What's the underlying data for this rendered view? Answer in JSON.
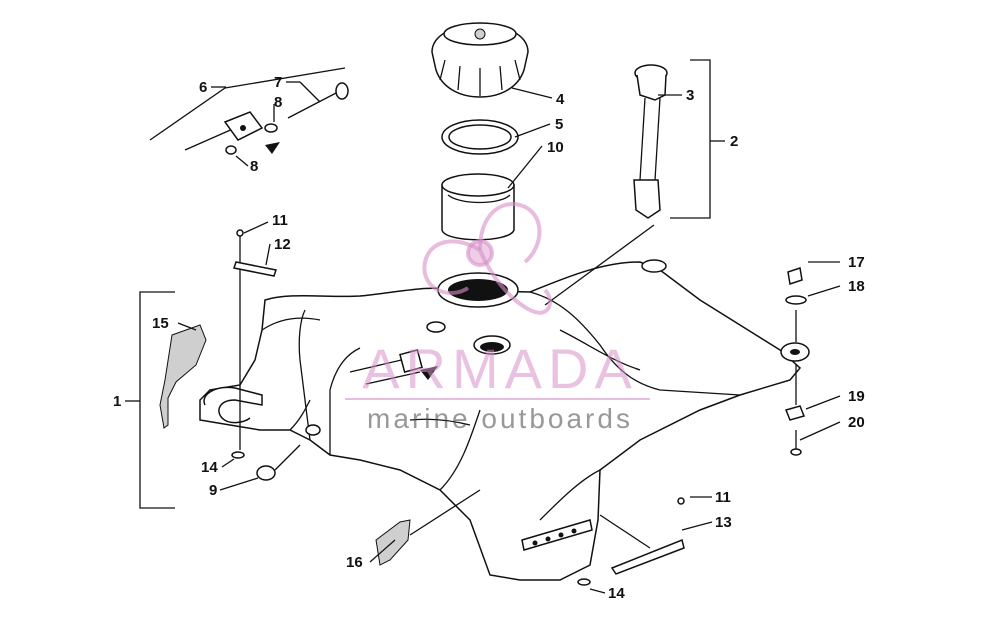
{
  "diagram": {
    "callouts": [
      {
        "id": "c1",
        "text": "1"
      },
      {
        "id": "c2",
        "text": "2"
      },
      {
        "id": "c3",
        "text": "3"
      },
      {
        "id": "c4",
        "text": "4"
      },
      {
        "id": "c5",
        "text": "5"
      },
      {
        "id": "c6",
        "text": "6"
      },
      {
        "id": "c7",
        "text": "7"
      },
      {
        "id": "c8a",
        "text": "8"
      },
      {
        "id": "c8b",
        "text": "8"
      },
      {
        "id": "c9",
        "text": "9"
      },
      {
        "id": "c10",
        "text": "10"
      },
      {
        "id": "c11a",
        "text": "11"
      },
      {
        "id": "c11b",
        "text": "11"
      },
      {
        "id": "c12",
        "text": "12"
      },
      {
        "id": "c13",
        "text": "13"
      },
      {
        "id": "c14a",
        "text": "14"
      },
      {
        "id": "c14b",
        "text": "14"
      },
      {
        "id": "c15",
        "text": "15"
      },
      {
        "id": "c16",
        "text": "16"
      },
      {
        "id": "c17",
        "text": "17"
      },
      {
        "id": "c18",
        "text": "18"
      },
      {
        "id": "c19",
        "text": "19"
      },
      {
        "id": "c20",
        "text": "20"
      }
    ]
  },
  "watermark": {
    "title": "ARMADA",
    "subtitle": "marine outboards",
    "logo_color": "#d990c8"
  }
}
